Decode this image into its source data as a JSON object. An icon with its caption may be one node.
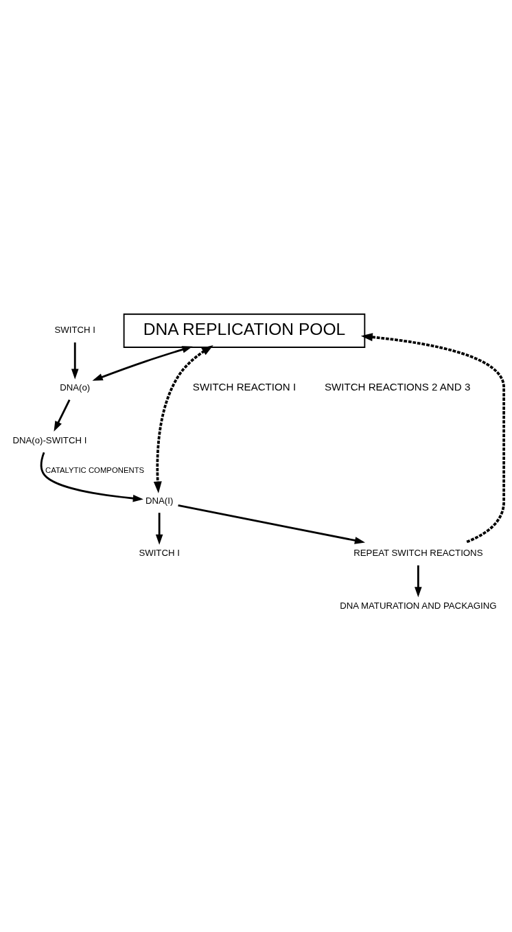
{
  "diagram": {
    "nodes": [
      {
        "text": [
          "DNA REPLICATION POOL"
        ]
      },
      {
        "text": [
          "DNA(o)"
        ]
      },
      {
        "text": [
          "SWITCH I"
        ]
      },
      {
        "text": [
          "DNA(o)-SWITCH I"
        ]
      },
      {
        "text": [
          "SWITCH I"
        ]
      },
      {
        "text": [
          "DNA(I)"
        ]
      },
      {
        "text": [
          "REPEAT SWITCH REACTIONS"
        ]
      },
      {
        "text": [
          "DNA MATURATION AND PACKAGING"
        ]
      }
    ],
    "edges": [
      {
        "from": 0,
        "to": 1,
        "arrow": "both"
      },
      {
        "from": 1,
        "to": 3,
        "arrow": "to"
      },
      {
        "from": 2,
        "to": 1,
        "arrow": "to"
      },
      {
        "from": 3,
        "to": 5,
        "arrow": "to",
        "label": "CATALYTIC COMPONENTS"
      },
      {
        "from": 5,
        "to": 4,
        "arrow": "to"
      },
      {
        "from": 0,
        "to": 5,
        "arrow": "both",
        "style": "dashed"
      },
      {
        "from": 5,
        "to": 6,
        "arrow": "to"
      },
      {
        "from": 6,
        "to": 0,
        "arrow": "to",
        "style": "dashed"
      },
      {
        "from": 6,
        "to": 7,
        "arrow": "to"
      }
    ],
    "labels": [
      "SWITCH REACTION I",
      "SWITCH REACTIONS 2 AND 3"
    ]
  }
}
